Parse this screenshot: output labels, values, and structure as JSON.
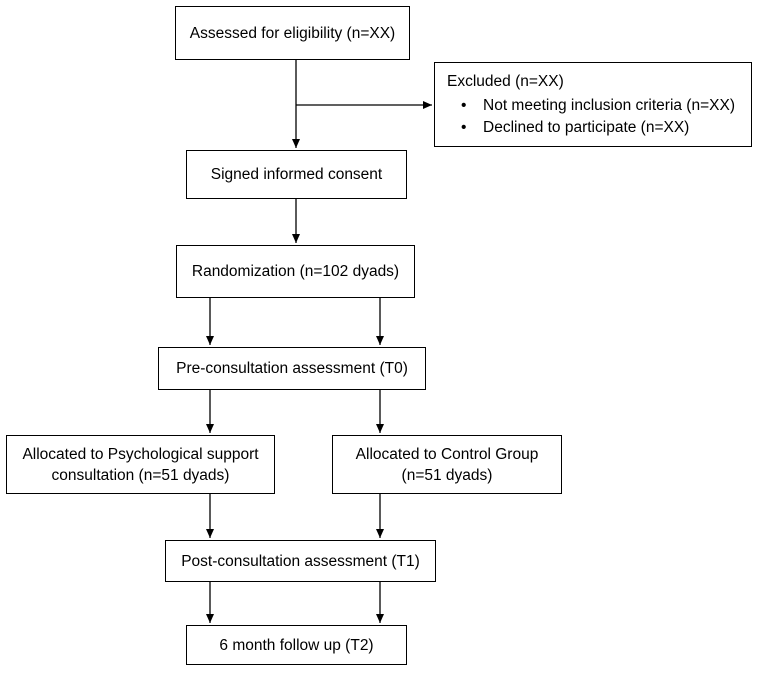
{
  "flow": {
    "assessed": "Assessed for eligibility (n=XX)",
    "excluded": {
      "title": "Excluded (n=XX)",
      "items": [
        "Not meeting inclusion criteria (n=XX)",
        "Declined to participate (n=XX)"
      ]
    },
    "consent": "Signed informed consent",
    "randomization": "Randomization (n=102 dyads)",
    "pre_assessment": "Pre-consultation assessment (T0)",
    "allocated_intervention": [
      "Allocated to Psychological support",
      "consultation (n=51 dyads)"
    ],
    "allocated_control": [
      "Allocated to Control Group",
      "(n=51 dyads)"
    ],
    "post_assessment": "Post-consultation assessment (T1)",
    "follow_up": "6 month follow up (T2)"
  }
}
